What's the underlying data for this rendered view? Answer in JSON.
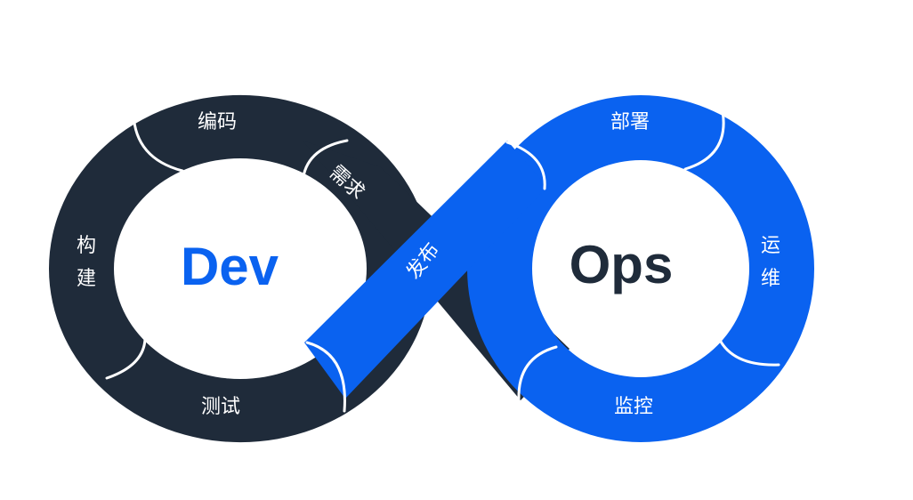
{
  "title_left": "Dev",
  "title_right": "Ops",
  "stages": {
    "bianma": "编码",
    "xuqiu": "需求",
    "goujian": "构建",
    "ceshi": "测试",
    "fabu": "发布",
    "bushu": "部署",
    "yunwei": "运维",
    "jiankong": "监控"
  },
  "colors": {
    "dev_band": "#1f2b3a",
    "ops_band": "#0a62f0",
    "dev_text": "#0a62f0",
    "ops_text": "#1f2b3a",
    "separator": "#ffffff"
  }
}
